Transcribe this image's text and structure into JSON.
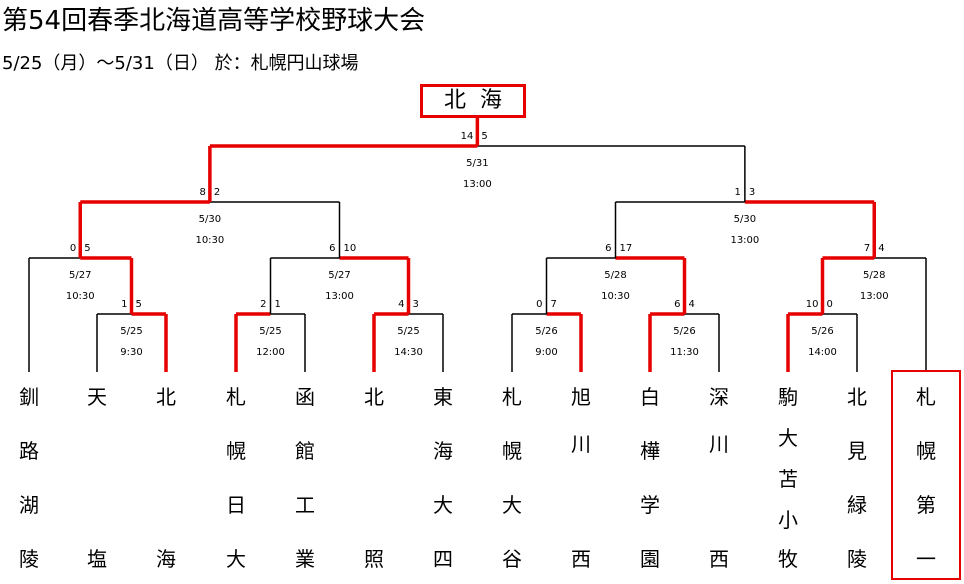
{
  "header": {
    "title": "第54回春季北海道高等学校野球大会",
    "subtitle": "5/25（月）～5/31（日） 於：札幌円山球場"
  },
  "champion": "北海",
  "colors": {
    "win": "#e60000",
    "line": "#000000"
  },
  "teams": [
    {
      "name": "釧路湖陵",
      "chars": [
        "釧",
        "路",
        "湖",
        "陵"
      ]
    },
    {
      "name": "天塩",
      "chars": [
        "天",
        "",
        "",
        "塩"
      ]
    },
    {
      "name": "北海",
      "chars": [
        "北",
        "",
        "",
        "海"
      ]
    },
    {
      "name": "札幌日大",
      "chars": [
        "札",
        "幌",
        "日",
        "大"
      ]
    },
    {
      "name": "函館工業",
      "chars": [
        "函",
        "館",
        "工",
        "業"
      ]
    },
    {
      "name": "北照",
      "chars": [
        "北",
        "",
        "",
        "照"
      ]
    },
    {
      "name": "東海大四",
      "chars": [
        "東",
        "海",
        "大",
        "四"
      ]
    },
    {
      "name": "札幌大谷",
      "chars": [
        "札",
        "幌",
        "大",
        "谷"
      ]
    },
    {
      "name": "旭川西",
      "chars": [
        "旭",
        "川",
        "西"
      ]
    },
    {
      "name": "白樺学園",
      "chars": [
        "白",
        "樺",
        "学",
        "園"
      ]
    },
    {
      "name": "深川西",
      "chars": [
        "深",
        "川",
        "西"
      ]
    },
    {
      "name": "駒大苫小牧",
      "chars": [
        "駒",
        "大",
        "苫",
        "小",
        "牧"
      ]
    },
    {
      "name": "北見緑陵",
      "chars": [
        "北",
        "見",
        "緑",
        "陵"
      ]
    },
    {
      "name": "札幌第一",
      "chars": [
        "札",
        "幌",
        "第",
        "一"
      ]
    }
  ],
  "games": [
    {
      "id": "g1",
      "date": "5/25",
      "time": "9:30",
      "scores": [
        "1",
        "5"
      ]
    },
    {
      "id": "g2",
      "date": "5/25",
      "time": "12:00",
      "scores": [
        "2",
        "1"
      ]
    },
    {
      "id": "g3",
      "date": "5/25",
      "time": "14:30",
      "scores": [
        "4",
        "3"
      ]
    },
    {
      "id": "g4",
      "date": "5/26",
      "time": "9:00",
      "scores": [
        "0",
        "7"
      ]
    },
    {
      "id": "g5",
      "date": "5/26",
      "time": "11:30",
      "scores": [
        "6",
        "4"
      ]
    },
    {
      "id": "g6",
      "date": "5/26",
      "time": "14:00",
      "scores": [
        "10",
        "0"
      ]
    },
    {
      "id": "g7",
      "date": "5/27",
      "time": "10:30",
      "scores": [
        "0",
        "5"
      ]
    },
    {
      "id": "g8",
      "date": "5/27",
      "time": "13:00",
      "scores": [
        "6",
        "10"
      ]
    },
    {
      "id": "g9",
      "date": "5/28",
      "time": "10:30",
      "scores": [
        "6",
        "17"
      ]
    },
    {
      "id": "g10",
      "date": "5/28",
      "time": "13:00",
      "scores": [
        "7",
        "4"
      ]
    },
    {
      "id": "g11",
      "date": "5/30",
      "time": "10:30",
      "scores": [
        "8",
        "2"
      ]
    },
    {
      "id": "g12",
      "date": "5/30",
      "time": "13:00",
      "scores": [
        "1",
        "3"
      ]
    },
    {
      "id": "g13",
      "date": "5/31",
      "time": "13:00",
      "scores": [
        "14",
        "5"
      ]
    }
  ]
}
